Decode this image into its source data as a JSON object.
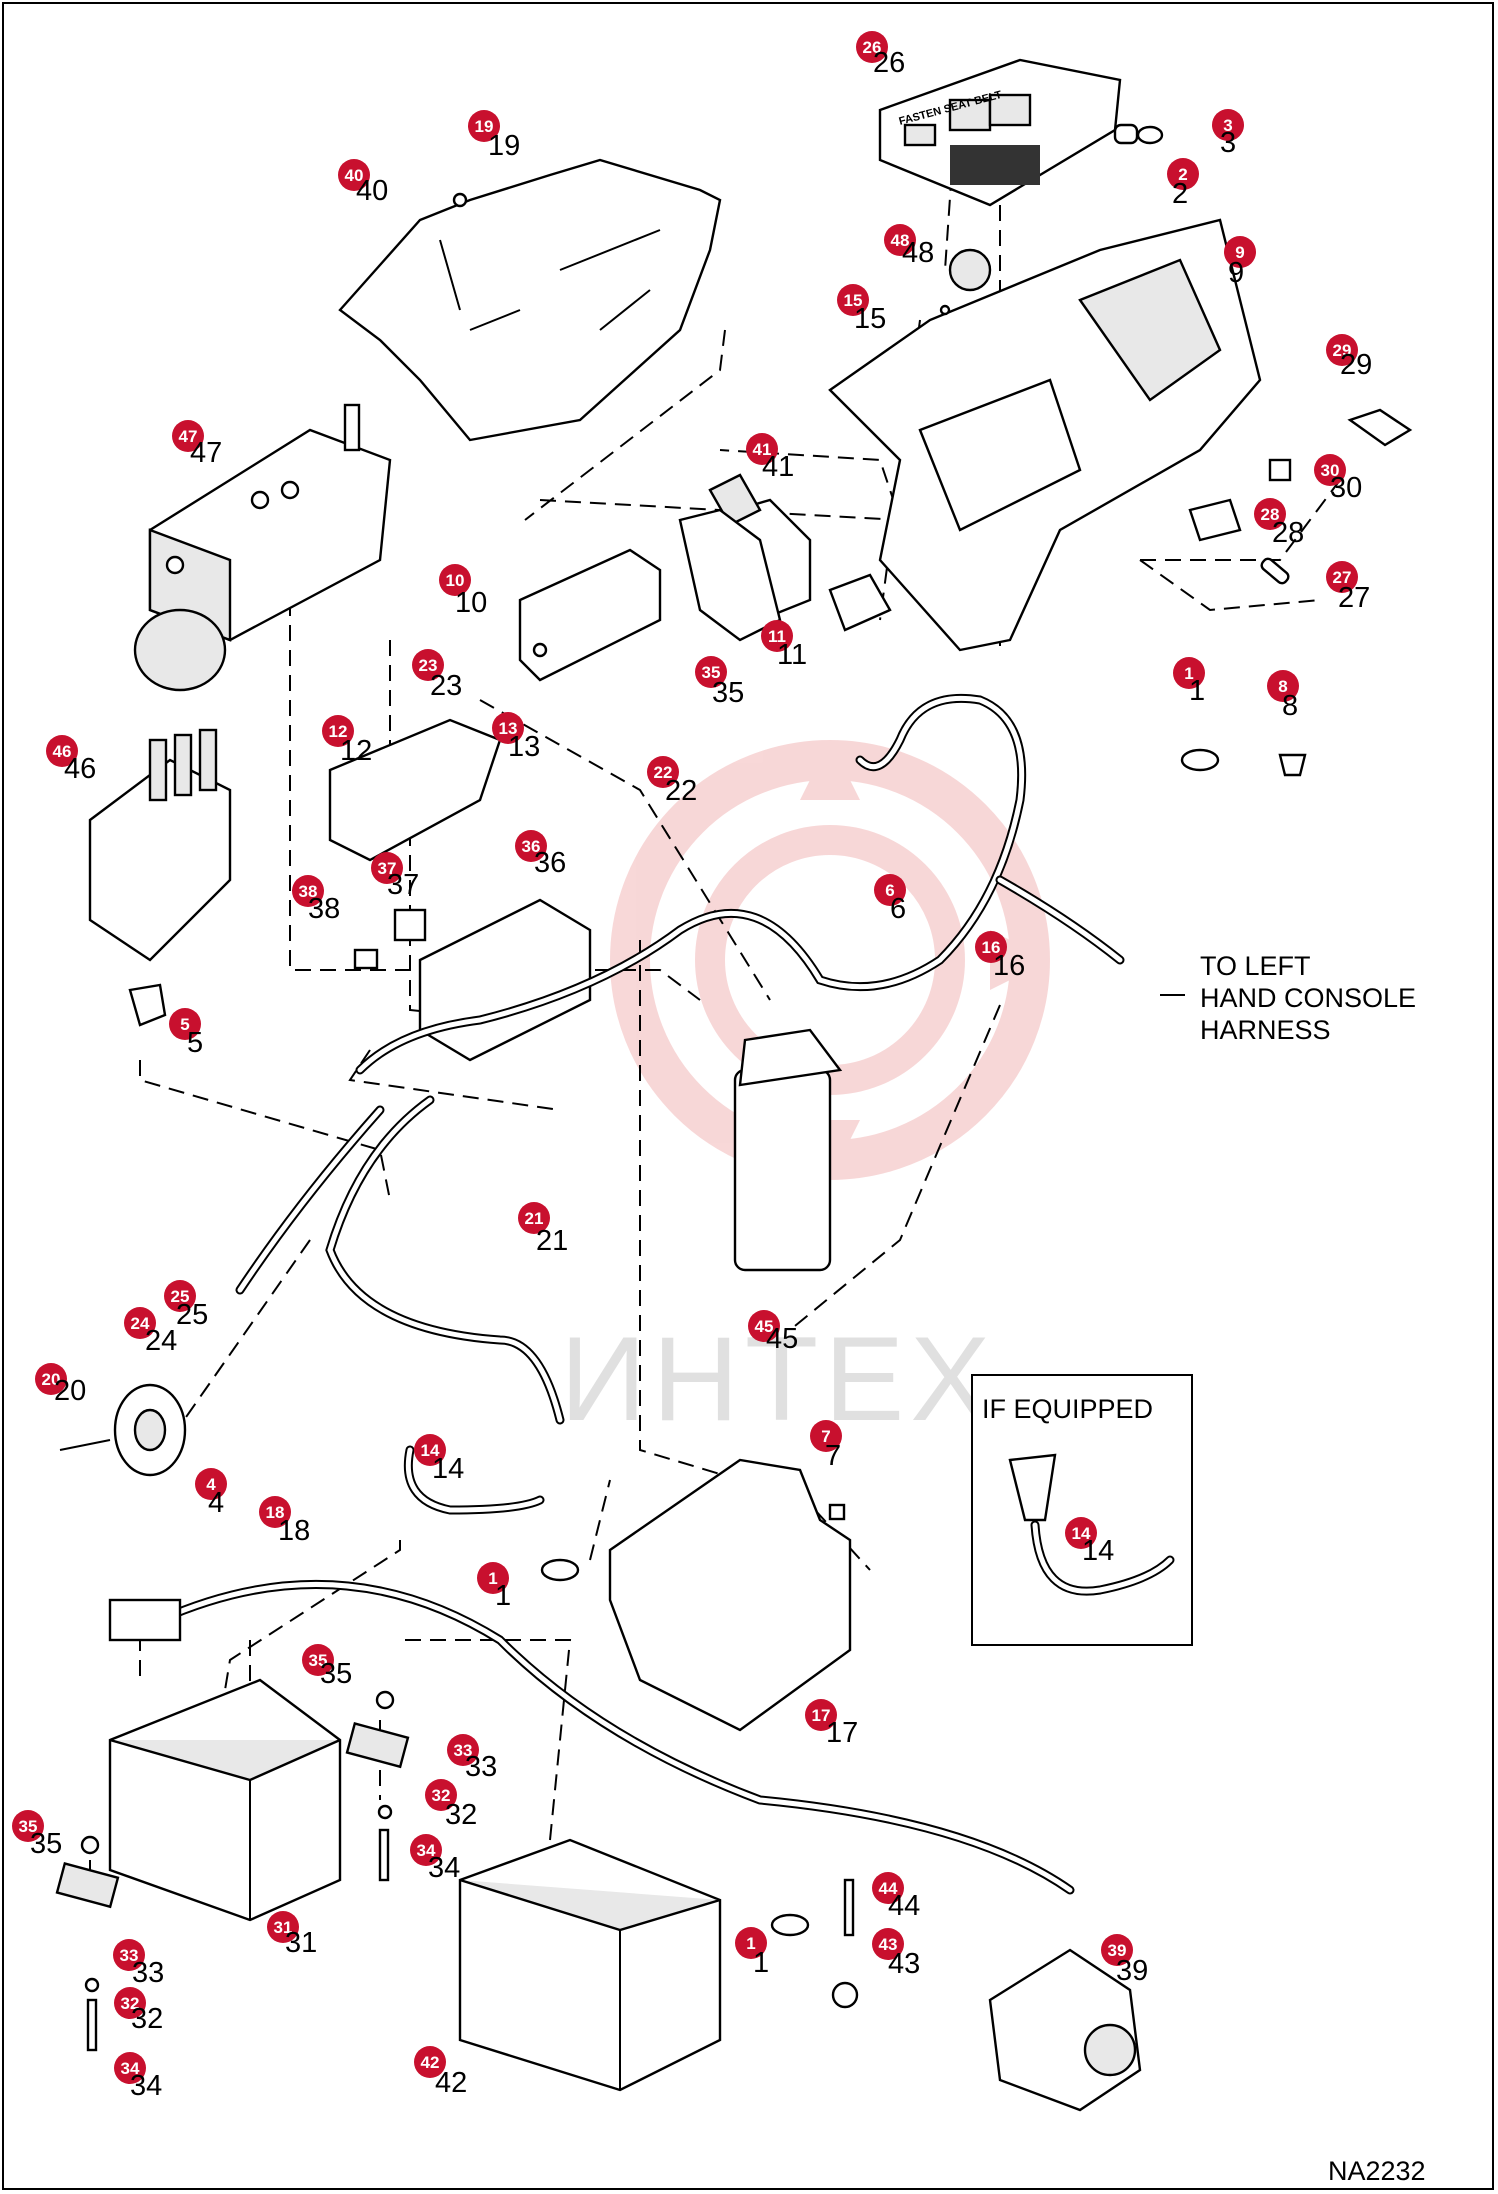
{
  "diagram": {
    "drawing_code": "NA2232",
    "note": [
      "TO LEFT",
      "HAND CONSOLE",
      "HARNESS"
    ],
    "inset_title": "IF EQUIPPED",
    "watermark": "ИНТЕХ",
    "badge_color": "#c8102e",
    "callouts": [
      {
        "badge": "26",
        "label": "26"
      },
      {
        "badge": "3",
        "label": "3"
      },
      {
        "badge": "2",
        "label": "2"
      },
      {
        "badge": "48",
        "label": "48"
      },
      {
        "badge": "15",
        "label": "15"
      },
      {
        "badge": "9",
        "label": "9"
      },
      {
        "badge": "19",
        "label": "19"
      },
      {
        "badge": "40",
        "label": "40"
      },
      {
        "badge": "29",
        "label": "29"
      },
      {
        "badge": "30",
        "label": "30"
      },
      {
        "badge": "28",
        "label": "28"
      },
      {
        "badge": "27",
        "label": "27"
      },
      {
        "badge": "47",
        "label": "47"
      },
      {
        "badge": "41",
        "label": "41"
      },
      {
        "badge": "10",
        "label": "10"
      },
      {
        "badge": "35",
        "label": "35"
      },
      {
        "badge": "11",
        "label": "11"
      },
      {
        "badge": "1",
        "label": "1"
      },
      {
        "badge": "8",
        "label": "8"
      },
      {
        "badge": "23",
        "label": "23"
      },
      {
        "badge": "12",
        "label": "12"
      },
      {
        "badge": "13",
        "label": "13"
      },
      {
        "badge": "22",
        "label": "22"
      },
      {
        "badge": "46",
        "label": "46"
      },
      {
        "badge": "36",
        "label": "36"
      },
      {
        "badge": "37",
        "label": "37"
      },
      {
        "badge": "38",
        "label": "38"
      },
      {
        "badge": "6",
        "label": "6"
      },
      {
        "badge": "16",
        "label": "16"
      },
      {
        "badge": "5",
        "label": "5"
      },
      {
        "badge": "21",
        "label": "21"
      },
      {
        "badge": "25",
        "label": "25"
      },
      {
        "badge": "24",
        "label": "24"
      },
      {
        "badge": "45",
        "label": "45"
      },
      {
        "badge": "20",
        "label": "20"
      },
      {
        "badge": "14",
        "label": "14"
      },
      {
        "badge": "7",
        "label": "7"
      },
      {
        "badge": "4",
        "label": "4"
      },
      {
        "badge": "18",
        "label": "18"
      },
      {
        "badge": "1",
        "label": "1"
      },
      {
        "badge": "14",
        "label": "14"
      },
      {
        "badge": "35",
        "label": "35"
      },
      {
        "badge": "33",
        "label": "33"
      },
      {
        "badge": "17",
        "label": "17"
      },
      {
        "badge": "32",
        "label": "32"
      },
      {
        "badge": "35",
        "label": "35"
      },
      {
        "badge": "34",
        "label": "34"
      },
      {
        "badge": "44",
        "label": "44"
      },
      {
        "badge": "31",
        "label": "31"
      },
      {
        "badge": "1",
        "label": "1"
      },
      {
        "badge": "43",
        "label": "43"
      },
      {
        "badge": "33",
        "label": "33"
      },
      {
        "badge": "39",
        "label": "39"
      },
      {
        "badge": "32",
        "label": "32"
      },
      {
        "badge": "42",
        "label": "42"
      },
      {
        "badge": "34",
        "label": "34"
      }
    ]
  }
}
